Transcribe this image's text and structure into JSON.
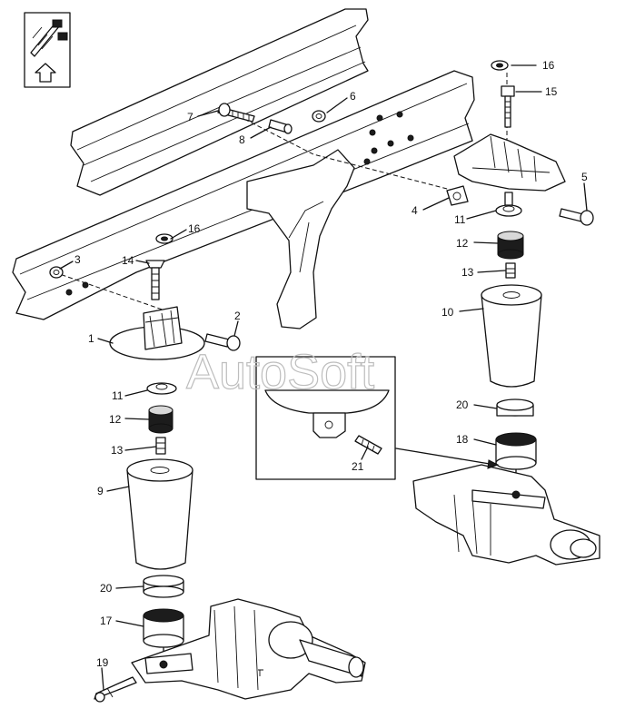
{
  "watermark": "AutoSoft",
  "callouts": [
    {
      "id": "c16a",
      "text": "16"
    },
    {
      "id": "c15",
      "text": "15"
    },
    {
      "id": "c6",
      "text": "6"
    },
    {
      "id": "c7",
      "text": "7"
    },
    {
      "id": "c8",
      "text": "8"
    },
    {
      "id": "c5",
      "text": "5"
    },
    {
      "id": "c4",
      "text": "4"
    },
    {
      "id": "c11a",
      "text": "11"
    },
    {
      "id": "c12a",
      "text": "12"
    },
    {
      "id": "c13a",
      "text": "13"
    },
    {
      "id": "c10",
      "text": "10"
    },
    {
      "id": "c20a",
      "text": "20"
    },
    {
      "id": "c18",
      "text": "18"
    },
    {
      "id": "c16b",
      "text": "16"
    },
    {
      "id": "c14",
      "text": "14"
    },
    {
      "id": "c3",
      "text": "3"
    },
    {
      "id": "c2",
      "text": "2"
    },
    {
      "id": "c1",
      "text": "1"
    },
    {
      "id": "c11b",
      "text": "11"
    },
    {
      "id": "c12b",
      "text": "12"
    },
    {
      "id": "c13b",
      "text": "13"
    },
    {
      "id": "c9",
      "text": "9"
    },
    {
      "id": "c20b",
      "text": "20"
    },
    {
      "id": "c17",
      "text": "17"
    },
    {
      "id": "c19",
      "text": "19"
    },
    {
      "id": "c21",
      "text": "21"
    }
  ]
}
